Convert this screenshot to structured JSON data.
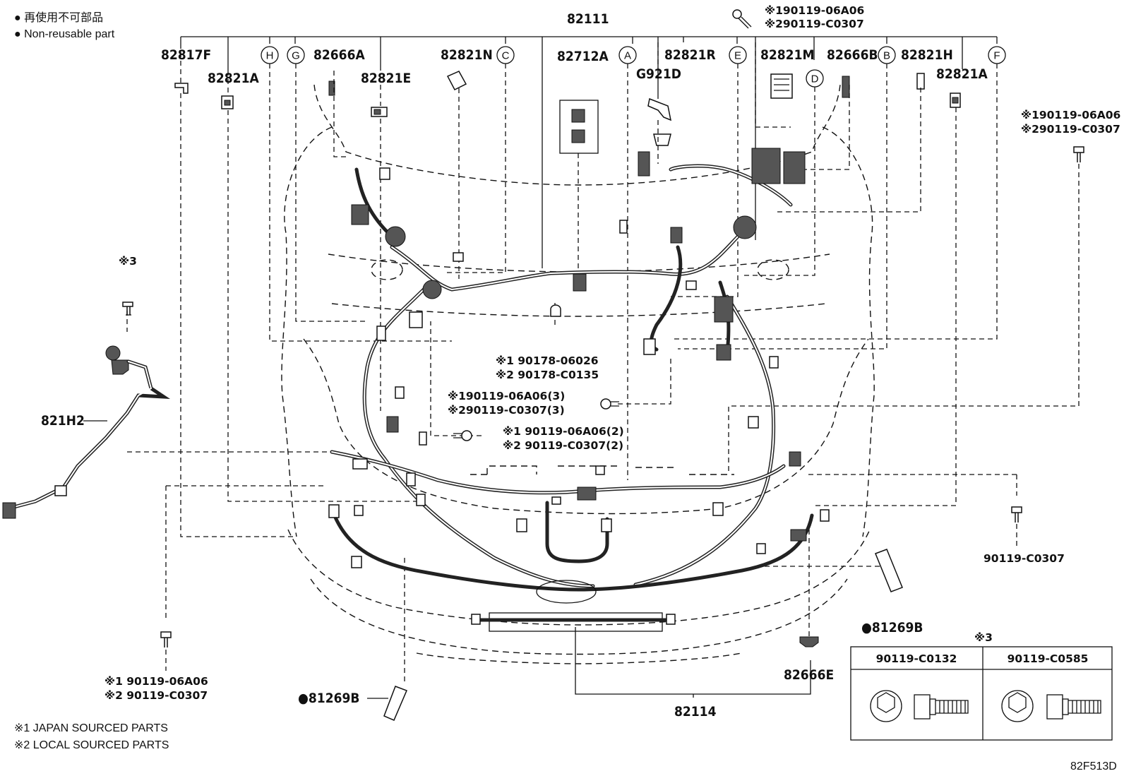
{
  "legend": {
    "line1": "● 再使用不可部品",
    "line2": "● Non-reusable part"
  },
  "top_part": "82111",
  "top_bolt": {
    "l1": "※190119-06A06",
    "l2": "※290119-C0307"
  },
  "labels": {
    "p82817F": "82817F",
    "p82821A_l": "82821A",
    "p82666A": "82666A",
    "p82821E": "82821E",
    "p82821N": "82821N",
    "p82712A": "82712A",
    "p82821R": "82821R",
    "pG921D": "G921D",
    "p82821M": "82821M",
    "p82666B": "82666B",
    "p82821H": "82821H",
    "p82821A_r": "82821A",
    "p821H2": "821H2",
    "p90119C0307": "90119-C0307",
    "p81269B_r": "●81269B",
    "p82666E": "82666E",
    "p82114": "82114",
    "p81269B_l": "●81269B",
    "fig_code": "82F513D"
  },
  "circles": [
    "H",
    "G",
    "C",
    "A",
    "E",
    "D",
    "B",
    "F"
  ],
  "bolt_right": {
    "l1": "※190119-06A06",
    "l2": "※290119-C0307"
  },
  "clip_center": {
    "l1": "※1 90178-06026",
    "l2": "※2 90178-C0135"
  },
  "bolt_center3": {
    "l1": "※190119-06A06(3)",
    "l2": "※290119-C0307(3)"
  },
  "bolt_center2": {
    "l1": "※1 90119-06A06(2)",
    "l2": "※2 90119-C0307(2)"
  },
  "bolt_left_bottom": {
    "l1": "※1 90119-06A06",
    "l2": "※2 90119-C0307"
  },
  "note3": "※3",
  "footnotes": {
    "n1": "※1 JAPAN SOURCED PARTS",
    "n2": "※2 LOCAL SOURCED PARTS"
  },
  "bolt_table": {
    "marker": "※3",
    "col1": "90119-C0132",
    "col2": "90119-C0585"
  }
}
